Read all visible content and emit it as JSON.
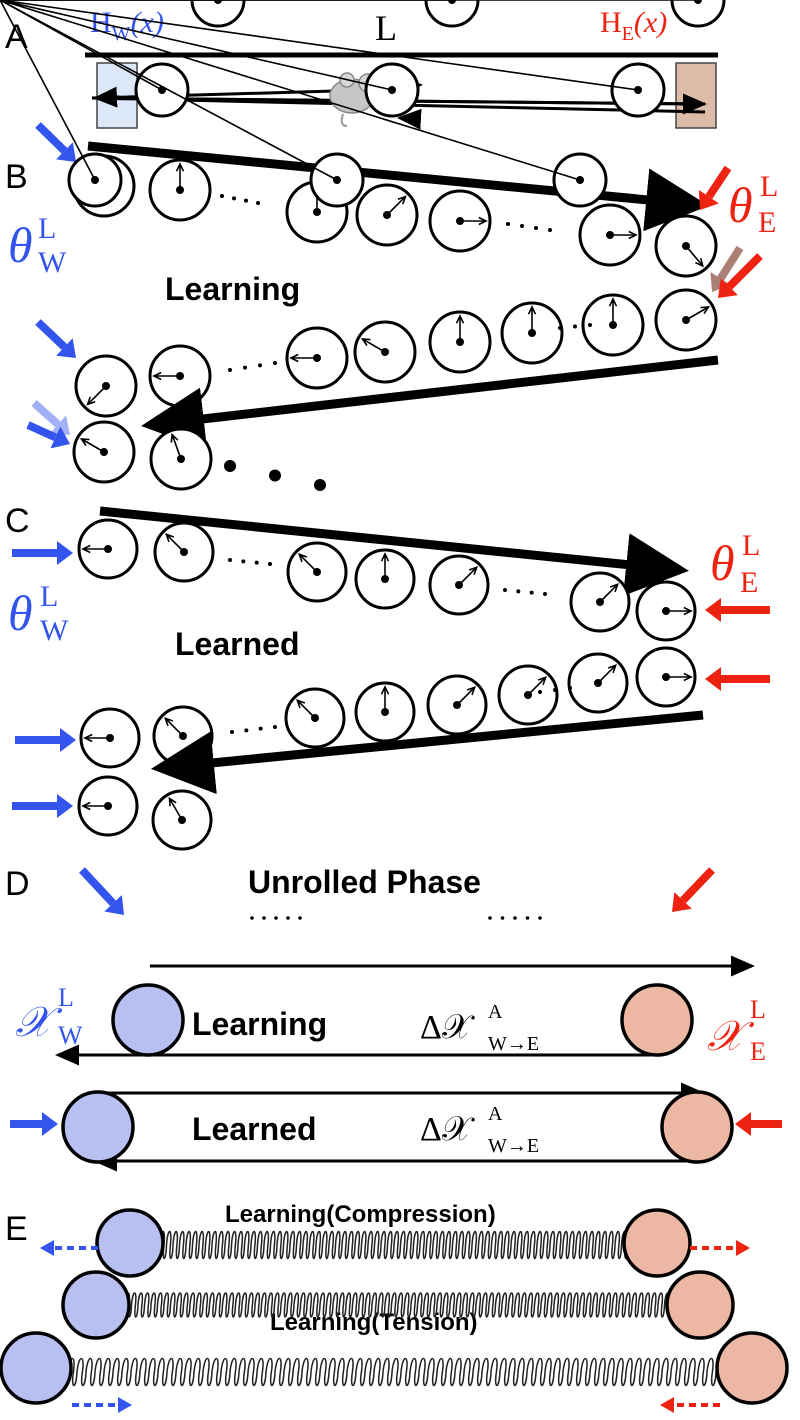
{
  "panels": {
    "a": "A",
    "b": "B",
    "c": "C",
    "d": "D",
    "e": "E"
  },
  "panel_a": {
    "track_label": "L",
    "west": {
      "H": "H",
      "sub": "W",
      "arg": "(x)",
      "color": "#3355ee",
      "box": "#dce8f7"
    },
    "east": {
      "H": "H",
      "sub": "E",
      "arg": "(x)",
      "color": "#ee2211",
      "box": "#dcbba9"
    }
  },
  "theta": {
    "sym": "θ",
    "sup": "L",
    "west": "W",
    "east": "E"
  },
  "panel_b": {
    "title": "Learning"
  },
  "panel_c": {
    "title": "Learned"
  },
  "panel_d": {
    "title": "Unrolled Phase",
    "chi": {
      "sym": "𝒳",
      "sup": "L",
      "west": "W",
      "east": "E"
    },
    "delta": {
      "prefix": "Δ𝒳",
      "sup": "A",
      "sub": "W→E"
    },
    "row_learning": "Learning",
    "row_learned": "Learned"
  },
  "panel_e": {
    "compression": "Learning(Compression)",
    "tension": "Learning(Tension)"
  },
  "colors": {
    "west": "#3355ee",
    "east": "#ee2211",
    "west_ball": "#b7c0f0",
    "east_ball": "#ecb8a4"
  }
}
